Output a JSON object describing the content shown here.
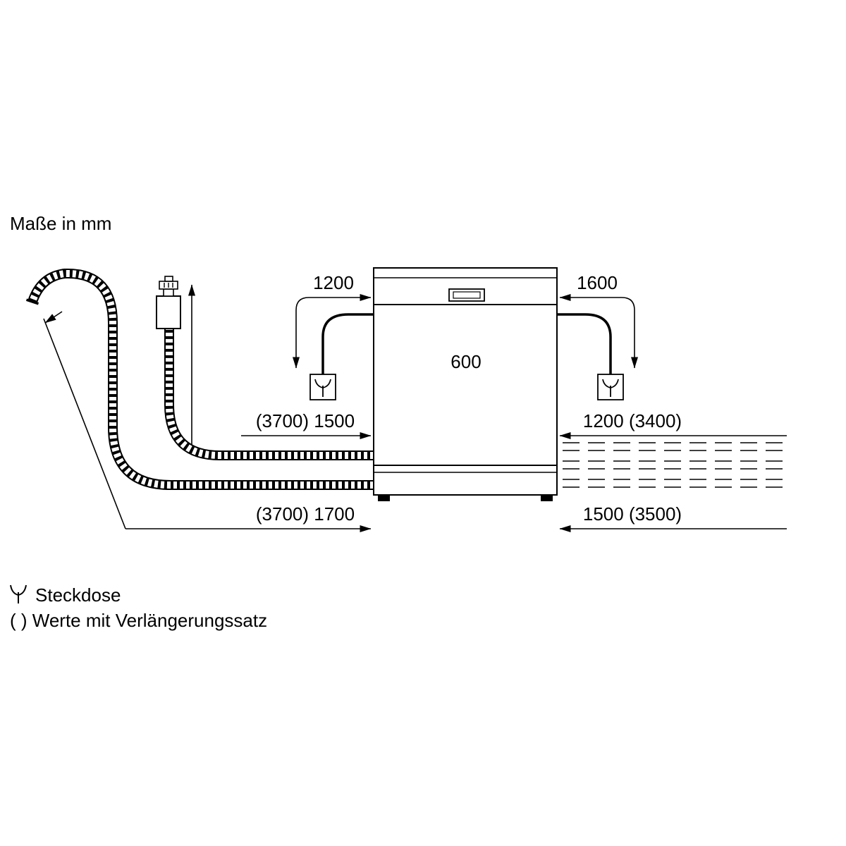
{
  "title": "Maße in mm",
  "colors": {
    "line": "#000000",
    "background": "#ffffff"
  },
  "dims": {
    "left_cord": "1200",
    "right_cord": "1600",
    "width": "600",
    "left_supply": "(3700) 1500",
    "right_supply": "1200 (3400)",
    "left_drain": "(3700) 1700",
    "right_drain": "1500 (3500)"
  },
  "legend": {
    "socket": "Steckdose",
    "extension": "( ) Werte mit Verlängerungssatz"
  },
  "icons": {
    "socket": "power-socket-icon",
    "tap": "water-tap-icon",
    "hose_outlet": "drain-hose-outlet-icon"
  }
}
